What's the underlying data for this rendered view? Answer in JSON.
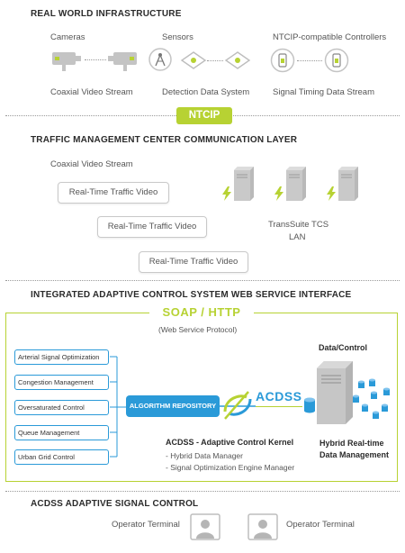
{
  "sections": {
    "real_world": "REAL WORLD INFRASTRUCTURE",
    "tmc": "TRAFFIC MANAGEMENT CENTER COMMUNICATION LAYER",
    "integrated": "INTEGRATED ADAPTIVE CONTROL SYSTEM WEB SERVICE INTERFACE",
    "acdss": "ACDSS ADAPTIVE SIGNAL CONTROL"
  },
  "real_world": {
    "cameras": "Cameras",
    "sensors": "Sensors",
    "controllers": "NTCIP-compatible Controllers",
    "coax_stream": "Coaxial Video Stream",
    "detection": "Detection Data System",
    "timing": "Signal Timing Data Stream"
  },
  "ntcip_badge": "NTCIP",
  "tmc": {
    "coax_stream": "Coaxial Video Stream",
    "video_1": "Real-Time Traffic Video",
    "video_2": "Real-Time Traffic Video",
    "video_3": "Real-Time Traffic Video",
    "lan_line1": "TransSuite TCS",
    "lan_line2": "LAN"
  },
  "integrated": {
    "protocol_title": "SOAP / HTTP",
    "protocol_sub": "(Web Service Protocol)",
    "functions": [
      "Arterial Signal Optimization",
      "Congestion Management",
      "Oversaturated Control",
      "Queue Management",
      "Urban Grid Control"
    ],
    "algorithm": "ALGORITHM REPOSITORY",
    "acdss_logo": "ACDSS",
    "data_control": "Data/Control",
    "kernel_title": "ACDSS - Adaptive Control Kernel",
    "kernel_item1": "- Hybrid Data Manager",
    "kernel_item2": "- Signal Optimization Engine Manager",
    "hybrid_line1": "Hybrid Real-time",
    "hybrid_line2": "Data Management"
  },
  "acdss": {
    "terminal_1": "Operator Terminal",
    "terminal_2": "Operator Terminal"
  },
  "colors": {
    "accent_green": "#b7d233",
    "accent_blue": "#2a9ad8",
    "icon_gray": "#bdbdbd"
  }
}
